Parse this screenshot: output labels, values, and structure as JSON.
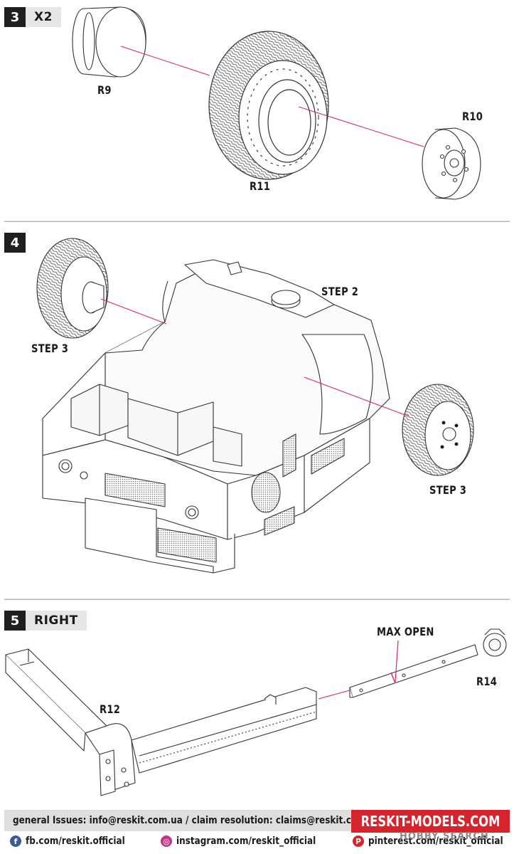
{
  "steps": [
    {
      "number": "3",
      "tag": "X2"
    },
    {
      "number": "4",
      "tag": ""
    },
    {
      "number": "5",
      "tag": "RIGHT"
    }
  ],
  "labels": {
    "r9": "R9",
    "r10": "R10",
    "r11": "R11",
    "step2": "STEP 2",
    "step3_left": "STEP 3",
    "step3_right": "STEP 3",
    "max_open": "MAX OPEN",
    "r12": "R12",
    "r14": "R14"
  },
  "footer": {
    "issues": "general Issues: info@reskit.com.ua / claim resolution: claims@reskit.com.ua",
    "brand": "RESKIT-MODELS.COM",
    "facebook": "fb.com/reskit.official",
    "instagram": "instagram.com/reskit_official",
    "pinterest": "pinterest.com/reskit_official",
    "watermark": "HOBBY SEARCH"
  },
  "colors": {
    "accent_red": "#d7232b",
    "leader_line": "#d6246e",
    "header_dark": "#1f1f1f",
    "header_light": "#e6e6e6"
  },
  "icons": [
    "facebook-icon",
    "instagram-icon",
    "pinterest-icon"
  ]
}
